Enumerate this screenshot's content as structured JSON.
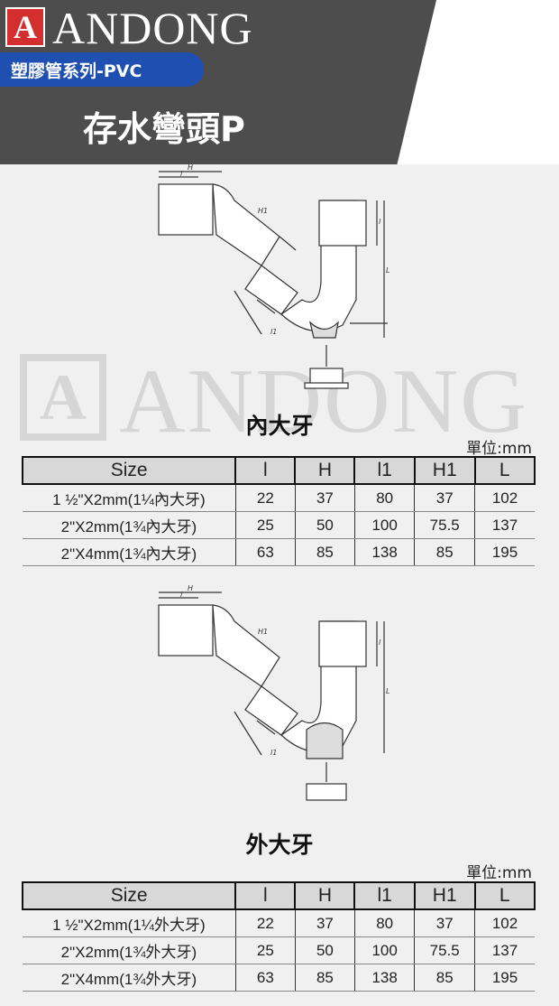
{
  "header": {
    "logo_letter": "A",
    "brand": "ANDONG",
    "series": "塑膠管系列-PVC",
    "product_title": "存水彎頭P"
  },
  "watermark": {
    "letter": "A",
    "text": "ANDONG"
  },
  "columns": [
    "Size",
    "l",
    "H",
    "l1",
    "H1",
    "L"
  ],
  "sections": [
    {
      "title": "內大牙",
      "unit": "單位:mm",
      "rows": [
        [
          "1 ½\"X2mm(1¼內大牙)",
          "22",
          "37",
          "80",
          "37",
          "102"
        ],
        [
          "2\"X2mm(1¾內大牙)",
          "25",
          "50",
          "100",
          "75.5",
          "137"
        ],
        [
          "2\"X4mm(1¾內大牙)",
          "63",
          "85",
          "138",
          "85",
          "195"
        ]
      ]
    },
    {
      "title": "外大牙",
      "unit": "單位:mm",
      "rows": [
        [
          "1 ½\"X2mm(1¼外大牙)",
          "22",
          "37",
          "80",
          "37",
          "102"
        ],
        [
          "2\"X2mm(1¾外大牙)",
          "25",
          "50",
          "100",
          "75.5",
          "137"
        ],
        [
          "2\"X4mm(1¾外大牙)",
          "63",
          "85",
          "138",
          "85",
          "195"
        ]
      ]
    }
  ],
  "diagram_labels": {
    "H": "H",
    "l": "l",
    "H1": "H1",
    "L": "L",
    "l1": "l1"
  }
}
